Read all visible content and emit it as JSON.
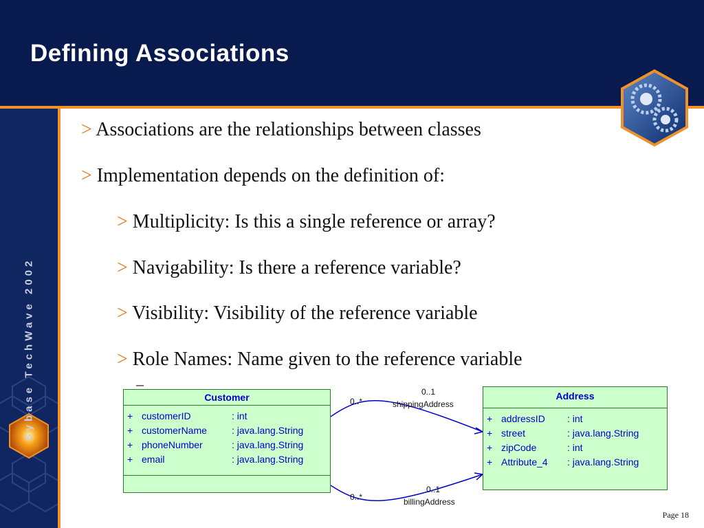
{
  "title": "Defining Associations",
  "sidebar_text": "Sybase TechWave 2002",
  "bullet_mark": ">",
  "bullets": [
    {
      "text": "Associations are the relationships between classes",
      "level": 1
    },
    {
      "text": "Implementation depends on the definition of:",
      "level": 1
    },
    {
      "text": "Multiplicity:  Is this a single reference or array?",
      "level": 2
    },
    {
      "text": "Navigability:  Is there a reference variable?",
      "level": 2
    },
    {
      "text": "Visibility:  Visibility of the reference variable",
      "level": 2
    },
    {
      "text": "Role Names:  Name given to the reference variable",
      "level": 2
    }
  ],
  "trailing_dash": "–",
  "diagram": {
    "classes": [
      {
        "name": "Customer",
        "attributes": [
          {
            "vis": "+",
            "name": "customerID",
            "type": ": int"
          },
          {
            "vis": "+",
            "name": "customerName",
            "type": ": java.lang.String"
          },
          {
            "vis": "+",
            "name": "phoneNumber",
            "type": ": java.lang.String"
          },
          {
            "vis": "+",
            "name": "email",
            "type": ": java.lang.String"
          }
        ]
      },
      {
        "name": "Address",
        "attributes": [
          {
            "vis": "+",
            "name": "addressID",
            "type": ": int"
          },
          {
            "vis": "+",
            "name": "street",
            "type": ": java.lang.String"
          },
          {
            "vis": "+",
            "name": "zipCode",
            "type": ": int"
          },
          {
            "vis": "+",
            "name": "Attribute_4",
            "type": ": java.lang.String"
          }
        ]
      }
    ],
    "associations": [
      {
        "source_mult": "0..*",
        "target_mult": "0..1",
        "role": "shippingAddress"
      },
      {
        "source_mult": "0..*",
        "target_mult": "0..1",
        "role": "billingAddress"
      }
    ]
  },
  "page_number": "Page 18",
  "colors": {
    "header": "#081a4e",
    "sidebar": "#0f2660",
    "accent": "#f0922a",
    "class_fill": "#ccffcc",
    "class_text": "#0000cc",
    "connector": "#0000cc"
  }
}
